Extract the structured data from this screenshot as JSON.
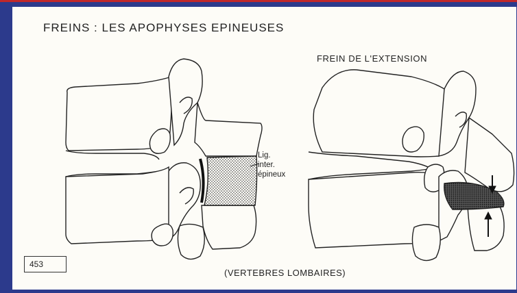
{
  "title": "FREINS : LES APOPHYSES EPINEUSES",
  "subtitle": "FREIN DE L'EXTENSION",
  "ligament_label": [
    "Lig.",
    "inter.",
    "épineux"
  ],
  "figure_number": "453",
  "caption": "(VERTEBRES LOMBAIRES)",
  "colors": {
    "background_frame": "#2c3a8c",
    "accent_line": "#c0282a",
    "paper": "#fdfcf7",
    "ink": "#222222"
  }
}
